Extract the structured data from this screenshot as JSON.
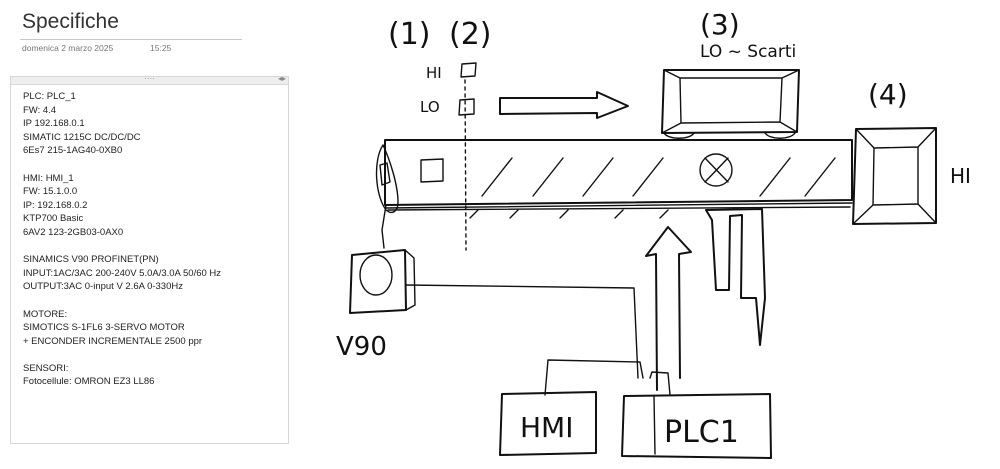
{
  "page": {
    "title": "Specifiche",
    "date": "domenica 2 marzo 2025",
    "time": "15:25"
  },
  "note_container": {
    "grip": "····",
    "resize": "◂▸",
    "lines": [
      "PLC: PLC_1",
      "FW: 4.4",
      "IP 192.168.0.1",
      "SIMATIC 1215C DC/DC/DC",
      "6Es7 215-1AG40-0XB0",
      "",
      "HMI: HMI_1",
      "FW: 15.1.0.0",
      "IP: 192.168.0.2",
      "KTP700 Basic",
      "6AV2 123-2GB03-0AX0",
      "",
      "SINAMICS V90 PROFINET(PN)",
      "INPUT:1AC/3AC 200-240V 5.0A/3.0A 50/60 Hz",
      "OUTPUT:3AC 0-input V 2.6A 0-330Hz",
      "",
      "MOTORE:",
      "SIMOTICS S-1FL6 3-SERVO MOTOR",
      "+ ENCONDER INCREMENTALE 2500 ppr",
      "",
      "SENSORI:",
      "Fotocellule: OMRON EZ3 LL86"
    ]
  },
  "sketch": {
    "label_1": "(1)",
    "label_2": "(2)",
    "label_3": "(3)",
    "label_4": "(4)",
    "label_h1_sensor": "HI",
    "label_lo_sensor": "LO",
    "label_lo_scarti": "LO ~ Scarti",
    "label_h1_bin": "HI",
    "label_v90": "V90",
    "label_hmi": "HMI",
    "label_plc": "PLC1"
  }
}
